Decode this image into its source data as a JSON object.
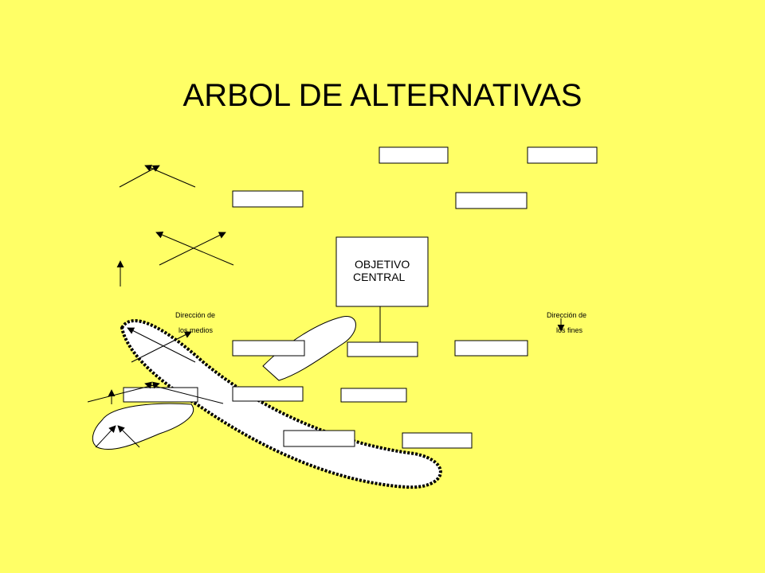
{
  "slide": {
    "title": "ARBOL DE ALTERNATIVAS",
    "central_objective": {
      "line1": "OBJETIVO",
      "line2": "CENTRAL"
    },
    "direction_means": {
      "line1": "Dirección de",
      "line2": "los medios"
    },
    "direction_ends": {
      "line1": "Dirección de",
      "line2": "los fines"
    }
  },
  "colors": {
    "background": "#ffff66",
    "box_fill": "#ffffff",
    "stroke": "#000000",
    "highlight_fill": "#ffffff"
  }
}
